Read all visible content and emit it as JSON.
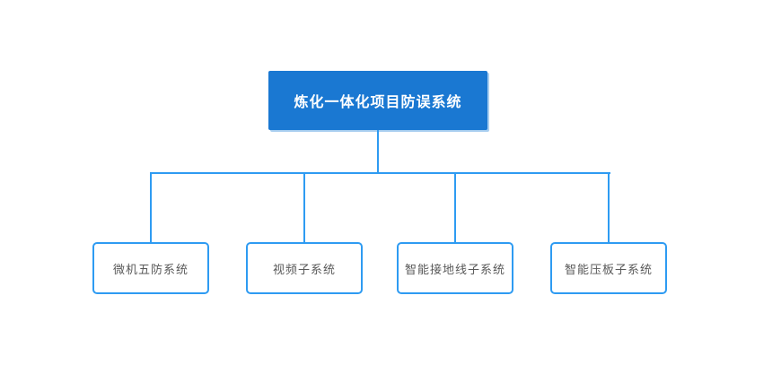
{
  "diagram": {
    "type": "org-tree",
    "root": {
      "label": "炼化一体化项目防误系统"
    },
    "children": [
      {
        "label": "微机五防系统"
      },
      {
        "label": "视频子系统"
      },
      {
        "label": "智能接地线子系统"
      },
      {
        "label": "智能压板子系统"
      }
    ]
  },
  "colors": {
    "background": "#ffffff",
    "root_fill": "#1a78d2",
    "root_text": "#ffffff",
    "connector": "#2e9bf2",
    "child_border": "#2e9bf2",
    "child_text": "#595959"
  }
}
